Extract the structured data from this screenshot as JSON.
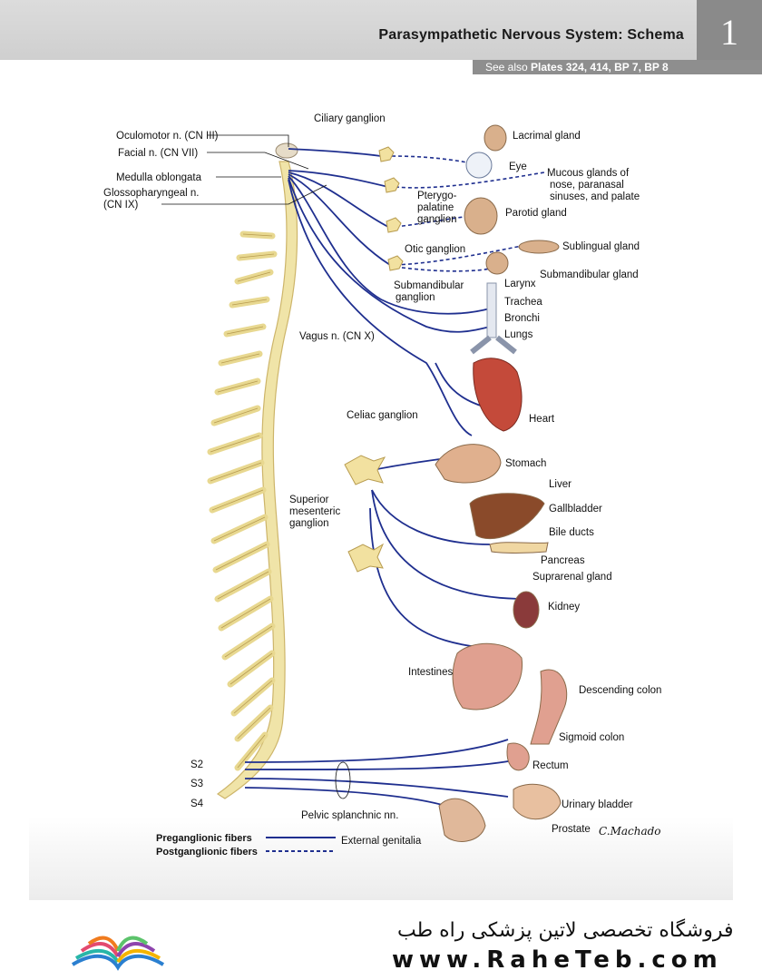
{
  "header": {
    "title": "Parasympathetic Nervous System: Schema",
    "page_number": "1",
    "see_also_prefix": "See also ",
    "see_also_plates": "Plates 324, 414, BP 7, BP 8"
  },
  "labels": {
    "oculomotor": "Oculomotor n. (CN III)",
    "facial": "Facial n. (CN VII)",
    "medulla": "Medulla oblongata",
    "glosso1": "Glossopharyngeal n.",
    "glosso2": "(CN IX)",
    "ciliary": "Ciliary ganglion",
    "lacrimal": "Lacrimal gland",
    "eye": "Eye",
    "mucous1": "Mucous glands of",
    "mucous2": "nose, paranasal",
    "mucous3": "sinuses, and palate",
    "ptery1": "Pterygo-",
    "ptery2": "palatine",
    "ptery3": "ganglion",
    "parotid": "Parotid gland",
    "otic": "Otic ganglion",
    "sublingual": "Sublingual gland",
    "submandibular_gland": "Submandibular gland",
    "subman1": "Submandibular",
    "subman2": "ganglion",
    "larynx": "Larynx",
    "trachea": "Trachea",
    "bronchi": "Bronchi",
    "lungs": "Lungs",
    "vagus": "Vagus n. (CN X)",
    "heart": "Heart",
    "celiac": "Celiac ganglion",
    "stomach": "Stomach",
    "liver": "Liver",
    "gallbladder": "Gallbladder",
    "bile": "Bile ducts",
    "sup1": "Superior",
    "sup2": "mesenteric",
    "sup3": "ganglion",
    "pancreas": "Pancreas",
    "suprarenal": "Suprarenal gland",
    "kidney": "Kidney",
    "intestines": "Intestines",
    "descending": "Descending colon",
    "sigmoid": "Sigmoid colon",
    "rectum": "Rectum",
    "s2": "S2",
    "s3": "S3",
    "s4": "S4",
    "pelvic": "Pelvic splanchnic nn.",
    "bladder": "Urinary bladder",
    "prostate": "Prostate",
    "genitalia": "External genitalia",
    "signature": "C.Machado"
  },
  "legend": {
    "pre": "Preganglionic fibers",
    "post": "Postganglionic fibers"
  },
  "colors": {
    "nerve": "#1f2f8f",
    "cord": "#efe3a6",
    "organ": "#c9a27a"
  },
  "footer": {
    "persian": "فروشگاه تخصصی لاتین پزشکی  راه طب",
    "url": "www.RaheTeb.com"
  }
}
